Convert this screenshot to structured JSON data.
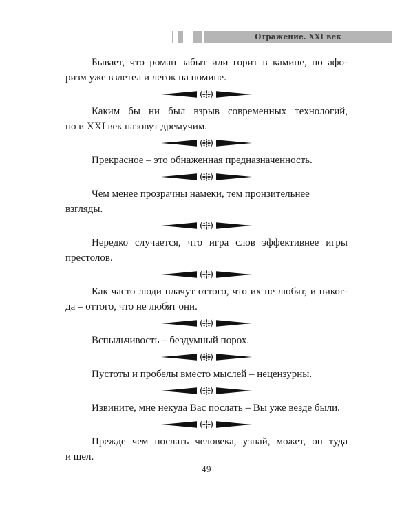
{
  "header": {
    "title": "Отражение. XXI век"
  },
  "aphorisms": [
    {
      "lines": [
        "Бывает, что роман забыт или горит в камине, но афо-",
        "ризм уже взлетел и легок на помине."
      ]
    },
    {
      "lines": [
        "Каким бы ни был взрыв современных технологий,",
        "но и XXI век назовут дремучим."
      ]
    },
    {
      "lines": [
        "Прекрасное – это обнаженная предназначенность."
      ]
    },
    {
      "lines": [
        "Чем менее прозрачны намеки, тем пронзительнее взгляды."
      ]
    },
    {
      "lines": [
        "Нередко случается, что игра слов эффективнее игры",
        "престолов."
      ]
    },
    {
      "lines": [
        "Как часто люди плачут оттого, что их не любят, и никог-",
        "да – оттого, что не любят они."
      ]
    },
    {
      "lines": [
        "Вспыльчивость – бездумный порох."
      ]
    },
    {
      "lines": [
        "Пустоты и пробелы вместо мыслей – нецензурны."
      ]
    },
    {
      "lines": [
        "Извините, мне некуда Вас послать – Вы уже везде были."
      ]
    },
    {
      "lines": [
        "Прежде чем послать человека, узнай, может, он туда",
        "и шел."
      ]
    }
  ],
  "footer": {
    "page_number": "49"
  },
  "icons": {
    "divider_ornament": "dotted-cross-with-tapered-rules"
  },
  "colors": {
    "background": "#ffffff",
    "text": "#1b1b1b",
    "header_bar": "#b5b5b5",
    "header_text": "#3a3a3a",
    "divider": "#111111"
  }
}
